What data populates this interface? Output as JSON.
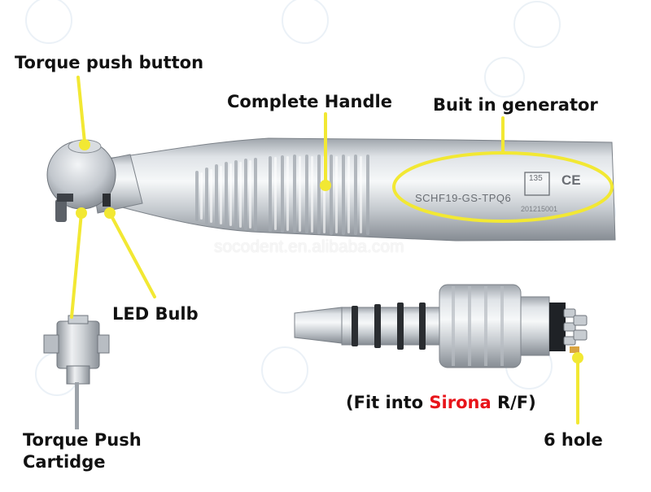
{
  "labels": {
    "torque_push_button": "Torque push button",
    "complete_handle": "Complete Handle",
    "built_in_generator": "Buit in generator",
    "led_bulb": "LED Bulb",
    "fit_into_prefix": "(Fit into ",
    "fit_into_brand": "Sirona",
    "fit_into_suffix": " R/F)",
    "six_hole": "6 hole",
    "torque_cartridge_line1": "Torque Push",
    "torque_cartridge_line2": "Cartidge"
  },
  "engraving": {
    "model": "SCHF19-GS-TPQ6",
    "sterilization_mark": "135",
    "ce_mark": "CE",
    "serial": "201215001"
  },
  "watermark": {
    "text": "socodent.en.alibaba.com"
  },
  "colors": {
    "callout_line": "#f2e833",
    "callout_dot": "#f2e833",
    "brand_red": "#e8141a",
    "label_text": "#111111",
    "metal_light": "#e4e7ea",
    "metal_dark": "#8a9098"
  }
}
